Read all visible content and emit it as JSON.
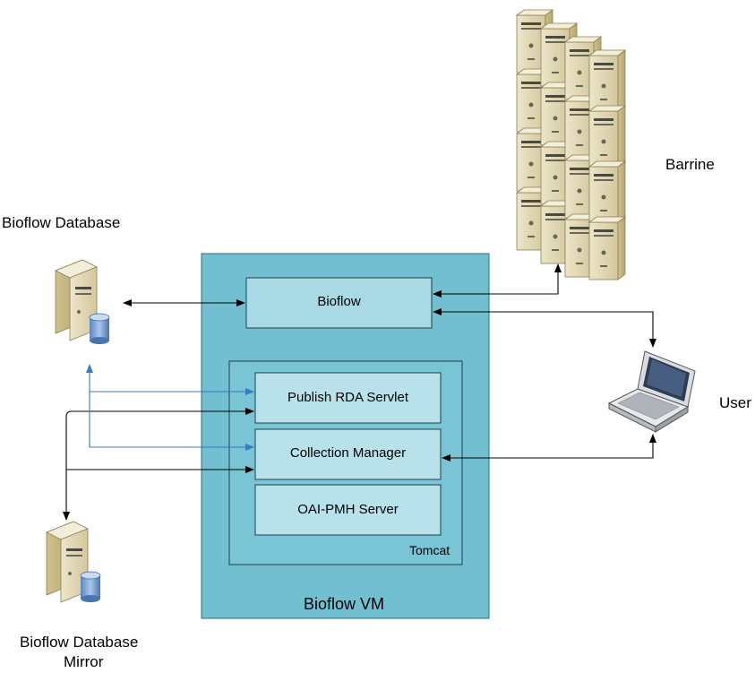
{
  "nodes": {
    "bioflow_database": "Bioflow Database",
    "bioflow_database_mirror_line1": "Bioflow Database",
    "bioflow_database_mirror_line2": "Mirror",
    "barrine": "Barrine",
    "user": "User"
  },
  "vm": {
    "label": "Bioflow VM",
    "bioflow_box": "Bioflow",
    "tomcat": {
      "label": "Tomcat",
      "components": [
        "Publish RDA Servlet",
        "Collection Manager",
        "OAI-PMH Server"
      ]
    }
  },
  "colors": {
    "vm_fill": "#71bfd1",
    "component_fill": "#b8e1ea",
    "connector_black": "#000000",
    "connector_blue": "#3a7ac0"
  },
  "icons": [
    "database-server-icon",
    "server-rack-icon",
    "laptop-icon"
  ]
}
